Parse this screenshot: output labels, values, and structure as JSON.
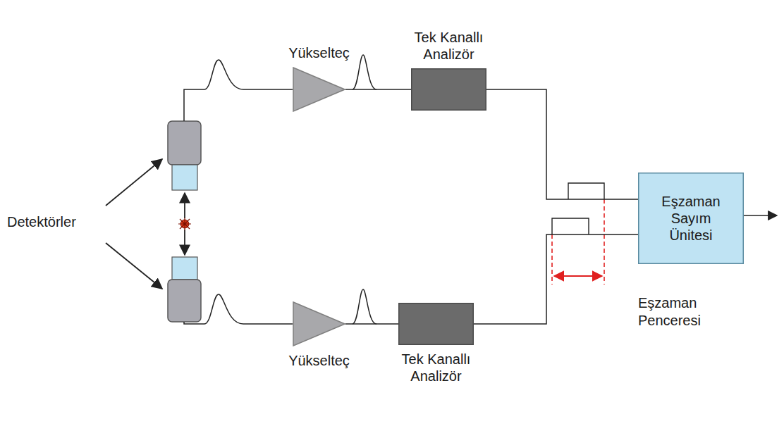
{
  "diagram": {
    "nodes": [
      {
        "text": [
          "Yükselteç"
        ]
      },
      {
        "text": [
          "Tek Kanallı Analizör"
        ]
      },
      {
        "text": [
          "Eşzaman Sayım Ünitesi"
        ]
      },
      {
        "text": [
          "Yükselteç"
        ]
      },
      {
        "text": [
          "Tek Kanallı Analizör"
        ]
      }
    ],
    "edges": [
      {
        "from": 0,
        "to": 1,
        "arrow": "none"
      },
      {
        "from": 1,
        "to": 2,
        "arrow": "none"
      },
      {
        "from": 3,
        "to": 4,
        "arrow": "none"
      },
      {
        "from": 4,
        "to": 2,
        "arrow": "none"
      }
    ],
    "labels": [
      "Detektörler",
      "Eşzaman Penceresi"
    ]
  }
}
